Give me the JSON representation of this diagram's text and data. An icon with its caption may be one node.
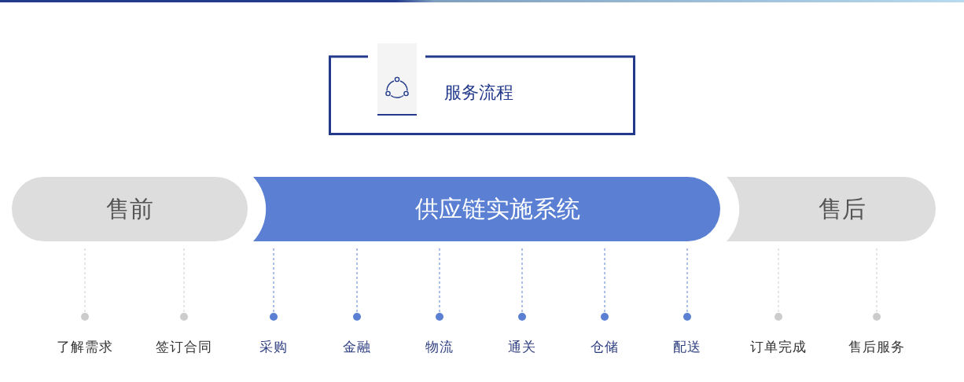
{
  "diagram": {
    "title": "服务流程",
    "nodes": [
      {
        "text": [
          "售前"
        ]
      },
      {
        "text": [
          "供应链实施系统"
        ]
      },
      {
        "text": [
          "售后"
        ]
      },
      {
        "text": [
          "了解需求"
        ]
      },
      {
        "text": [
          "签订合同"
        ]
      },
      {
        "text": [
          "采购"
        ]
      },
      {
        "text": [
          "金融"
        ]
      },
      {
        "text": [
          "物流"
        ]
      },
      {
        "text": [
          "通关"
        ]
      },
      {
        "text": [
          "仓储"
        ]
      },
      {
        "text": [
          "配送"
        ]
      },
      {
        "text": [
          "订单完成"
        ]
      },
      {
        "text": [
          "售后服务"
        ]
      }
    ],
    "edges": [
      {
        "from": 0,
        "to": 3,
        "arrow": "other",
        "style": "dashed",
        "color": "#cccccc"
      },
      {
        "from": 0,
        "to": 4,
        "arrow": "other",
        "style": "dashed",
        "color": "#cccccc"
      },
      {
        "from": 1,
        "to": 5,
        "arrow": "other",
        "style": "dashed"
      },
      {
        "from": 1,
        "to": 6,
        "arrow": "other",
        "style": "dashed"
      },
      {
        "from": 1,
        "to": 7,
        "arrow": "other",
        "style": "dashed"
      },
      {
        "from": 1,
        "to": 8,
        "arrow": "other",
        "style": "dashed"
      },
      {
        "from": 1,
        "to": 9,
        "arrow": "other",
        "style": "dashed"
      },
      {
        "from": 1,
        "to": 10,
        "arrow": "other",
        "style": "dashed"
      },
      {
        "from": 2,
        "to": 11,
        "arrow": "other",
        "style": "dashed",
        "color": "#cccccc"
      },
      {
        "from": 2,
        "to": 12,
        "arrow": "other",
        "style": "dashed",
        "color": "#cccccc"
      }
    ]
  }
}
